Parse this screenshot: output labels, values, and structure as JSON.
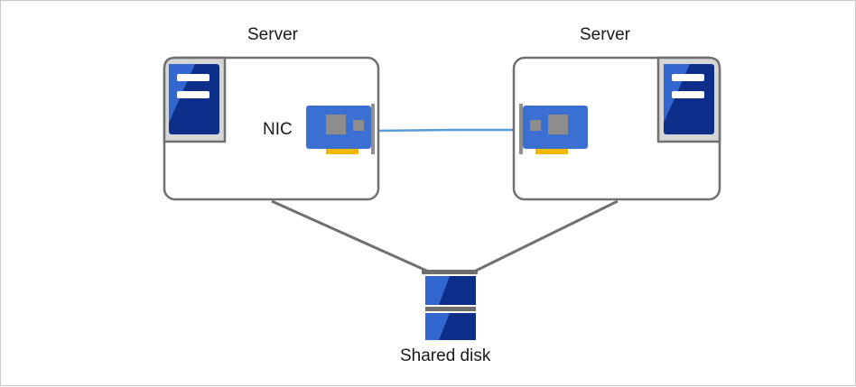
{
  "servers": [
    {
      "label": "Server"
    },
    {
      "label": "Server"
    }
  ],
  "nic": {
    "label": "NIC"
  },
  "shared_disk": {
    "label": "Shared disk"
  },
  "colors": {
    "outline": "#707070",
    "server_panel": "#d6d6d6",
    "server_icon_dark": "#0d2f8a",
    "server_icon_light": "#3367cf",
    "nic_board": "#3c6fd2",
    "chip": "#8d8d8d",
    "gold_contacts": "#f5b800",
    "bracket": "#8f8f8f",
    "interconnect_line": "#5b9bd5",
    "disk_band": "#6e6e6e"
  }
}
